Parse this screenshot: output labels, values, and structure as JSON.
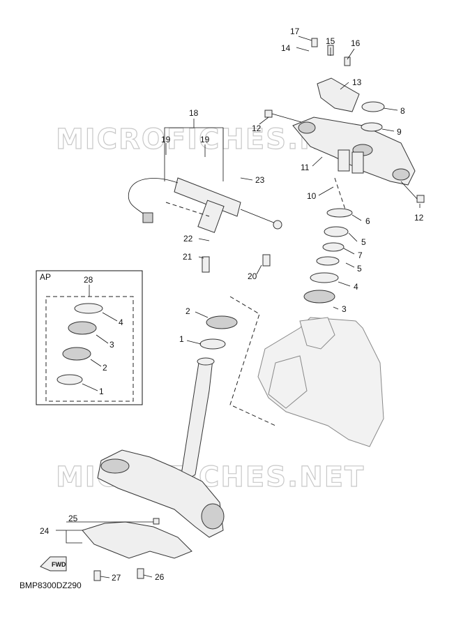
{
  "watermark": "MICROFICHES.NET",
  "diagram_code": "BMP8300DZ290",
  "inset_label": "AP",
  "fwd_label": "FWD",
  "callouts": {
    "c1": "1",
    "c2": "2",
    "c3": "3",
    "c4": "4",
    "c5a": "5",
    "c5b": "5",
    "c6": "6",
    "c7": "7",
    "c8": "8",
    "c9": "9",
    "c10": "10",
    "c11": "11",
    "c12a": "12",
    "c12b": "12",
    "c13": "13",
    "c14": "14",
    "c15": "15",
    "c16": "16",
    "c17": "17",
    "c18": "18",
    "c19a": "19",
    "c19b": "19",
    "c20": "20",
    "c21": "21",
    "c22": "22",
    "c23": "23",
    "c24": "24",
    "c25": "25",
    "c26": "26",
    "c27": "27",
    "c28": "28",
    "ap1": "1",
    "ap2": "2",
    "ap3": "3",
    "ap4": "4"
  }
}
